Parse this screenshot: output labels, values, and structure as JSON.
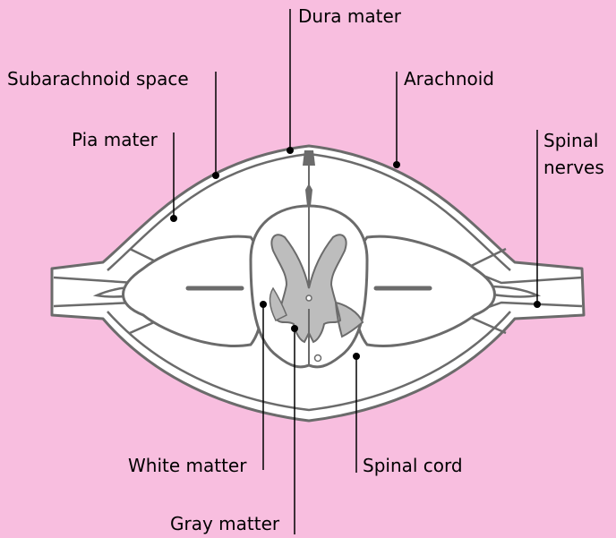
{
  "labels": {
    "dura_mater": "Dura mater",
    "subarachnoid_space": "Subarachnoid space",
    "arachnoid": "Arachnoid",
    "pia_mater": "Pia mater",
    "spinal_nerves_line1": "Spinal",
    "spinal_nerves_line2": "nerves",
    "white_matter": "White matter",
    "spinal_cord": "Spinal cord",
    "gray_matter": "Gray matter"
  },
  "colors": {
    "background": "#f8bedf",
    "outline": "#6b6b6b",
    "tissue": "#ffffff",
    "gray_matter": "#bdbdbd",
    "leader": "#000000"
  }
}
